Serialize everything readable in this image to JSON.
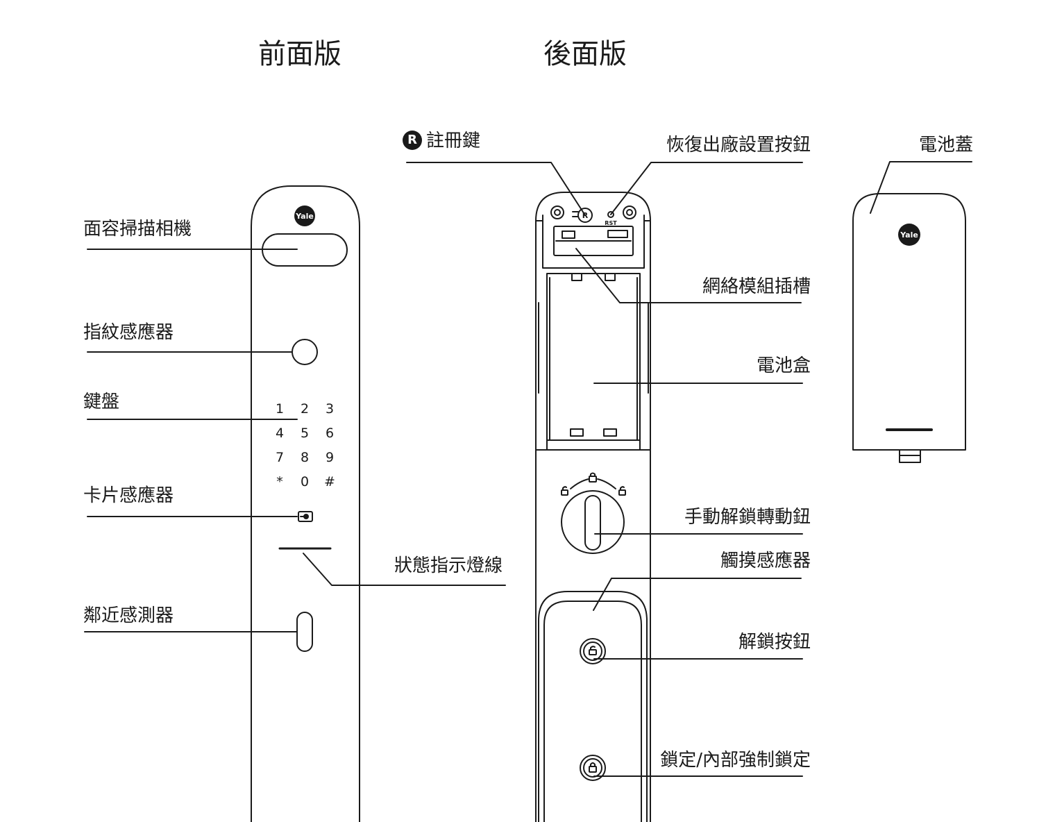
{
  "titles": {
    "front": "前面版",
    "back": "後面版"
  },
  "front_labels": {
    "face_camera": "面容掃描相機",
    "fingerprint": "指紋感應器",
    "keypad": "鍵盤",
    "card_sensor": "卡片感應器",
    "status_light": "狀態指示燈線",
    "proximity": "鄰近感測器"
  },
  "back_labels": {
    "register_icon": "R",
    "register": "註冊鍵",
    "factory_reset": "恢復出廠設置按鈕",
    "battery_cover": "電池蓋",
    "network_slot": "網絡模組插槽",
    "battery_box": "電池盒",
    "manual_knob": "手動解鎖轉動鈕",
    "touch_sensor": "觸摸感應器",
    "unlock_button": "解鎖按鈕",
    "lock_button": "鎖定/內部強制鎖定"
  },
  "device_text": {
    "brand_logo": "Yale",
    "reset_tag": "RST"
  },
  "keypad": {
    "keys": [
      "1",
      "2",
      "3",
      "4",
      "5",
      "6",
      "7",
      "8",
      "9",
      "*",
      "0",
      "#"
    ]
  },
  "colors": {
    "line": "#1a1a1a",
    "background": "#ffffff",
    "logo_fill": "#1a1a1a"
  }
}
